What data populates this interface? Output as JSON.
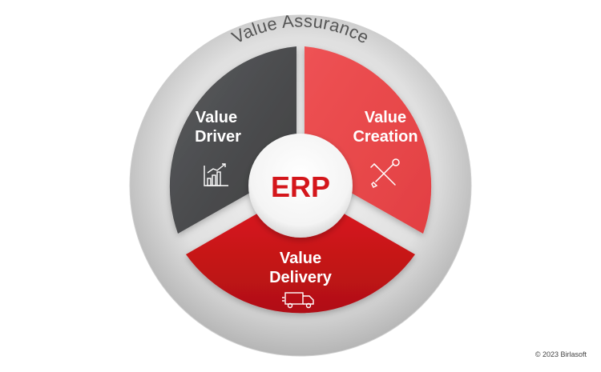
{
  "diagram": {
    "outer_ring_label": "Value Assurance",
    "center_label": "ERP",
    "segments": {
      "driver": {
        "line1": "Value",
        "line2": "Driver",
        "icon": "bar-chart-growth-icon",
        "color": "#4a4b4d"
      },
      "creation": {
        "line1": "Value",
        "line2": "Creation",
        "icon": "tools-wrench-screwdriver-icon",
        "color": "#ec4a4c"
      },
      "delivery": {
        "line1": "Value",
        "line2": "Delivery",
        "icon": "delivery-truck-icon",
        "color": "#d4161b"
      }
    },
    "colors": {
      "ring_light": "#e3e3e3",
      "ring_dark": "#b8b8b8",
      "ring_text": "#555555",
      "center_text": "#d4161b",
      "segment_text": "#ffffff"
    }
  },
  "footer": {
    "copyright": "© 2023 Birlasoft"
  }
}
